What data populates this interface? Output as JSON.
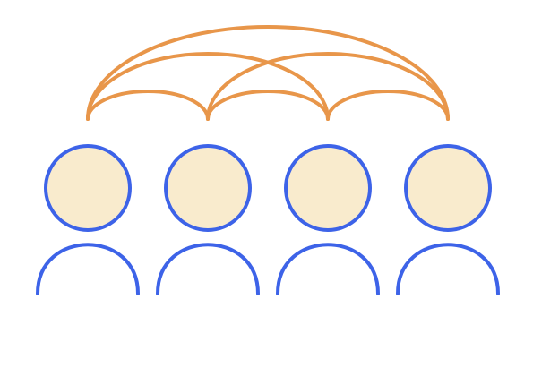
{
  "diagram": {
    "people": [
      {
        "id": "p1"
      },
      {
        "id": "p2"
      },
      {
        "id": "p3"
      },
      {
        "id": "p4"
      }
    ],
    "connections": [
      {
        "from": "p1",
        "to": "p2"
      },
      {
        "from": "p2",
        "to": "p3"
      },
      {
        "from": "p3",
        "to": "p4"
      },
      {
        "from": "p1",
        "to": "p3"
      },
      {
        "from": "p2",
        "to": "p4"
      },
      {
        "from": "p1",
        "to": "p4"
      }
    ],
    "colors": {
      "person_outline": "#3d63e8",
      "head_fill": "#f9ebcd",
      "connection": "#e8964a"
    }
  }
}
